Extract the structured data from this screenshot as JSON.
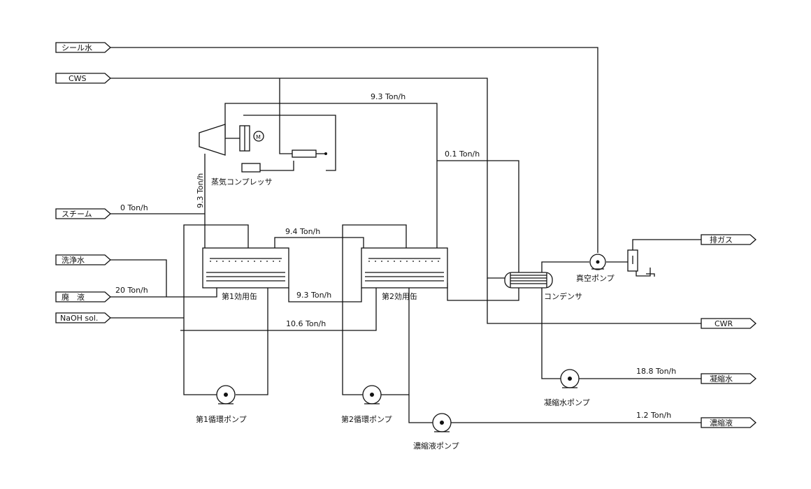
{
  "streams": {
    "seal_water": "シール水",
    "cws": "CWS",
    "steam": "スチーム",
    "wash_water": "洗浄水",
    "waste_liquid": "廃　液",
    "naoh": "NaOH sol.",
    "exhaust_gas": "排ガス",
    "cwr": "CWR",
    "condensate_water": "凝縮水",
    "concentrate": "濃縮液"
  },
  "equipment": {
    "compressor": "蒸気コンプレッサ",
    "effect1": "第1効用缶",
    "effect2": "第2効用缶",
    "condenser": "コンデンサ",
    "vacuum_pump": "真空ポンプ",
    "circ_pump1": "第1循環ポンプ",
    "circ_pump2": "第2循環ポンプ",
    "concentrate_pump": "濃縮液ポンプ",
    "condensate_pump": "凝縮水ポンプ",
    "motor": "M"
  },
  "flows": {
    "top_vapor": "9.3 Ton/h",
    "to_condenser": "0.1 Ton/h",
    "compressor_out": "9.3 Ton/h",
    "steam": "0 Ton/h",
    "vapor_1_to_2": "9.4 Ton/h",
    "feed": "20 Ton/h",
    "liquid_1_to_2": "9.3 Ton/h",
    "naoh": "10.6 Ton/h",
    "condensate": "18.8 Ton/h",
    "concentrate": "1.2 Ton/h"
  }
}
